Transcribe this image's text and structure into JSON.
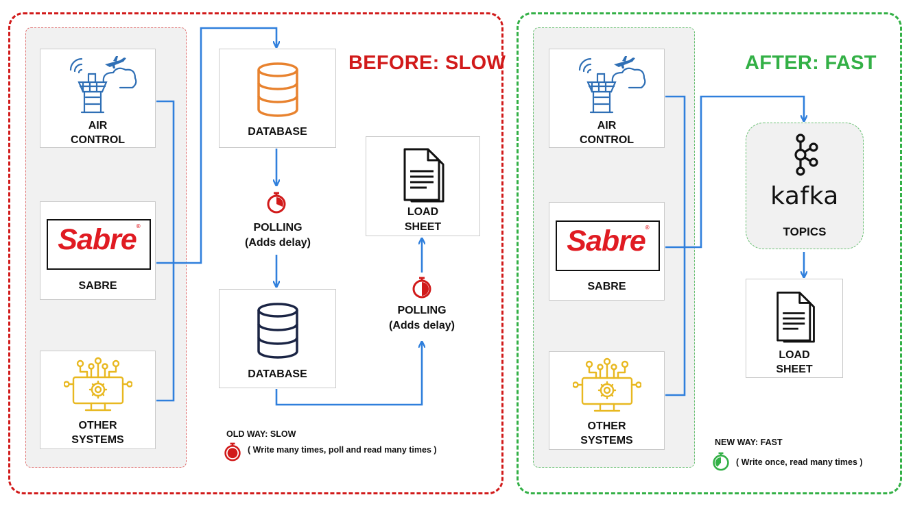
{
  "before": {
    "heading": "BEFORE: SLOW",
    "sources": {
      "air_control": {
        "line1": "AIR",
        "line2": "CONTROL"
      },
      "sabre": {
        "logo": "Sabre",
        "label": "SABRE"
      },
      "other": {
        "line1": "OTHER",
        "line2": "SYSTEMS"
      }
    },
    "database_top": "DATABASE",
    "polling_1": {
      "line1": "POLLING",
      "line2": "(Adds delay)"
    },
    "database_bottom": "DATABASE",
    "polling_2": {
      "line1": "POLLING",
      "line2": "(Adds delay)"
    },
    "load_sheet": {
      "line1": "LOAD",
      "line2": "SHEET"
    },
    "legend": {
      "title": "OLD WAY: SLOW",
      "text": "( Write many times, poll and read many times )"
    }
  },
  "after": {
    "heading": "AFTER: FAST",
    "sources": {
      "air_control": {
        "line1": "AIR",
        "line2": "CONTROL"
      },
      "sabre": {
        "logo": "Sabre",
        "label": "SABRE"
      },
      "other": {
        "line1": "OTHER",
        "line2": "SYSTEMS"
      }
    },
    "kafka": {
      "logo": "kafka",
      "label": "TOPICS"
    },
    "load_sheet": {
      "line1": "LOAD",
      "line2": "SHEET"
    },
    "legend": {
      "title": "NEW WAY: FAST",
      "text": "( Write once, read many times )"
    }
  },
  "colors": {
    "slow_red": "#d11a1a",
    "fast_green": "#33b046",
    "arrow_blue": "#2f7fdc",
    "db_orange": "#e8822e",
    "db_navy": "#1a2444",
    "icon_blue": "#2f6fb5",
    "icon_yellow": "#e8b820",
    "sabre_red": "#e01b22"
  }
}
